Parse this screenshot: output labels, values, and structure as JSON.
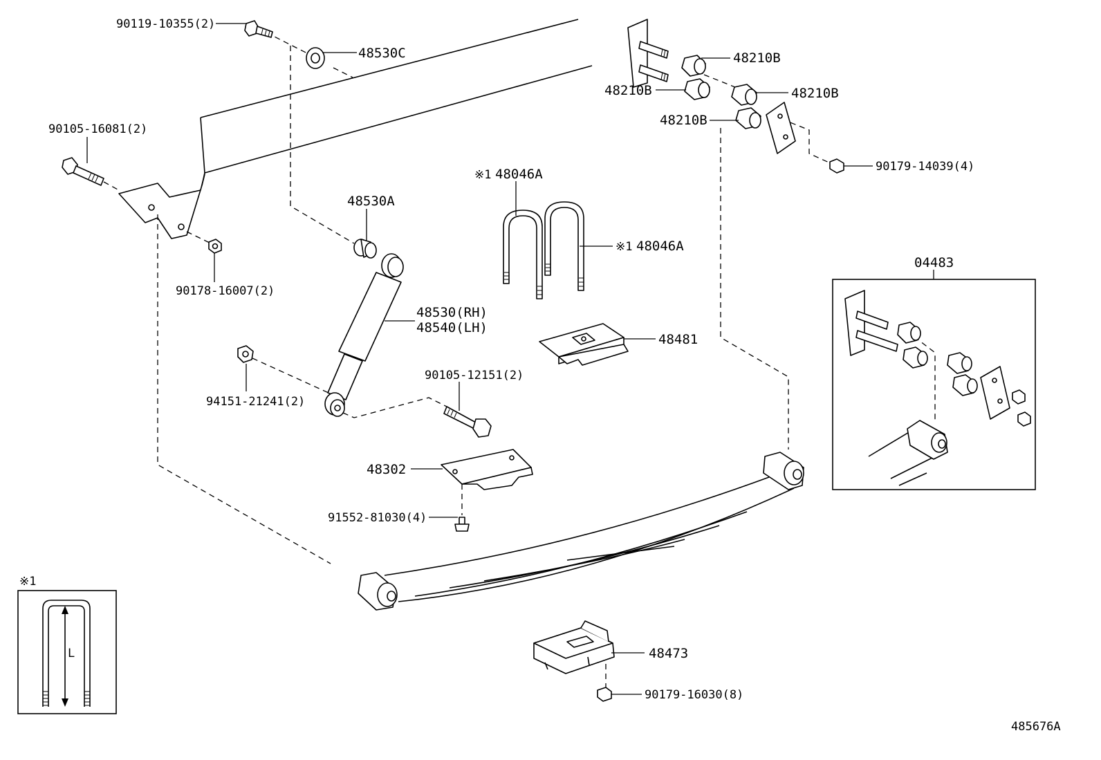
{
  "diagram": {
    "figure_id": "485676A",
    "labels": {
      "bolt_90119": "90119-10355(2)",
      "washer_48530C": "48530C",
      "bolt_90105_16081": "90105-16081(2)",
      "nut_90178": "90178-16007(2)",
      "cushion_48530A": "48530A",
      "shock_rh": "48530(RH)",
      "shock_lh": "48540(LH)",
      "nut_94151": "94151-21241(2)",
      "bolt_90105_12151": "90105-12151(2)",
      "ubolt_prefix": "※1",
      "ubolt_1": "48046A",
      "ubolt_2": "48046A",
      "seat_48481": "48481",
      "bracket_48302": "48302",
      "screw_91552": "91552-81030(4)",
      "bush_1": "48210B",
      "bush_2": "48210B",
      "bush_3": "48210B",
      "bush_4": "48210B",
      "nut_90179_14039": "90179-14039(4)",
      "kit_04483": "04483",
      "plate_48473": "48473",
      "nut_90179_16030": "90179-16030(8)"
    },
    "inset": {
      "note": "※1",
      "dimension": "L"
    }
  }
}
